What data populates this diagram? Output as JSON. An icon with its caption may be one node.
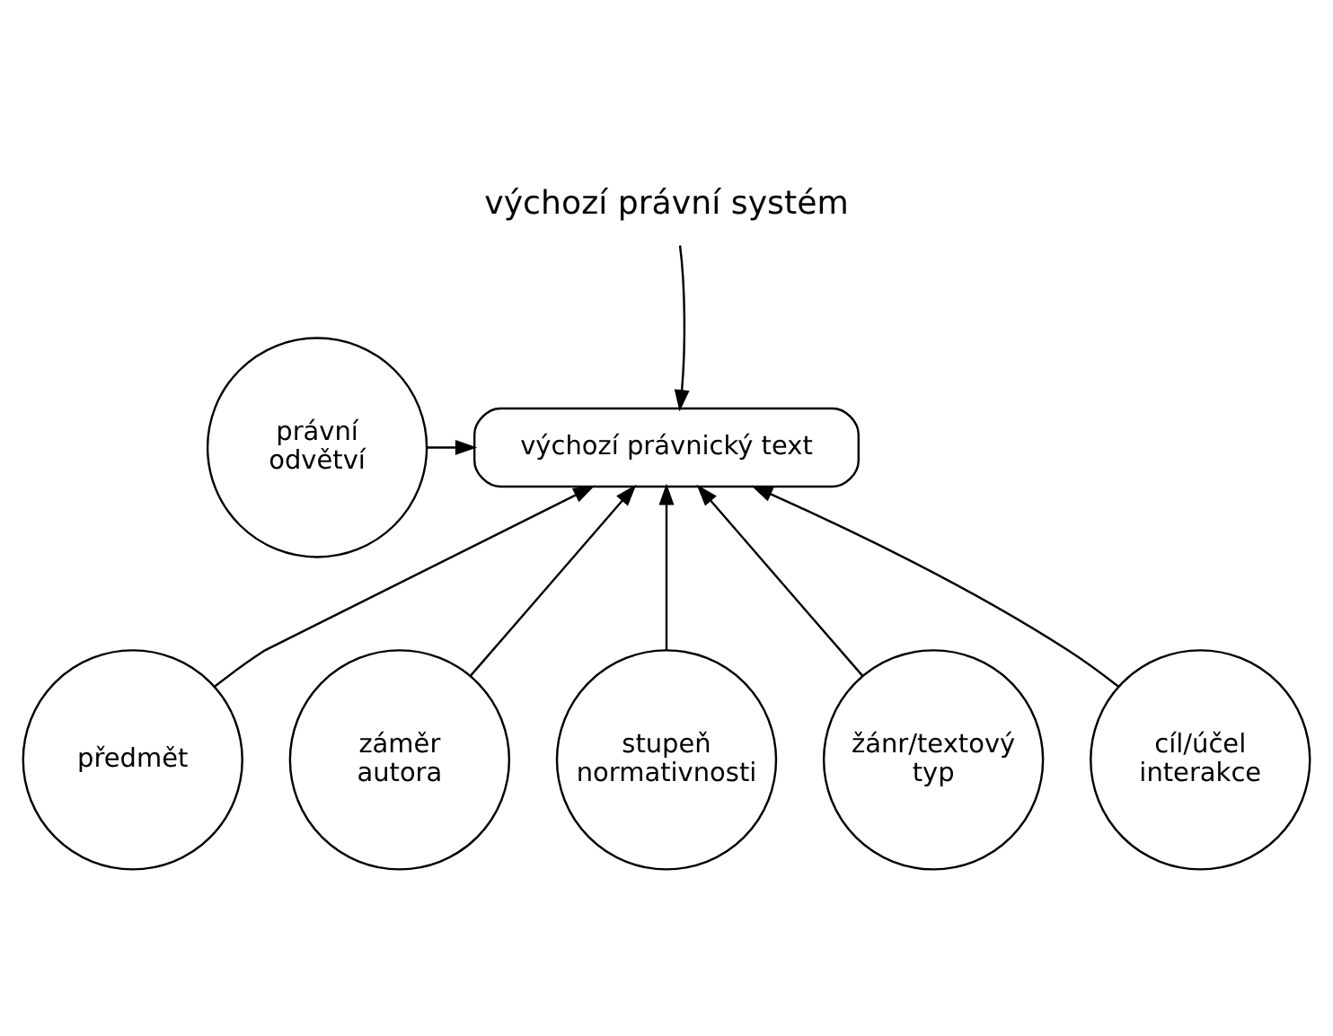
{
  "diagram": {
    "nodes": [
      {
        "text": [
          "výchozí právní systém"
        ]
      },
      {
        "text": [
          "výchozí právnický text"
        ]
      },
      {
        "text": [
          "právní odvětví"
        ]
      },
      {
        "text": [
          "předmět"
        ]
      },
      {
        "text": [
          "záměr autora"
        ]
      },
      {
        "text": [
          "stupeň normativnosti"
        ]
      },
      {
        "text": [
          "žánr/textový typ"
        ]
      },
      {
        "text": [
          "cíl/účel interakce"
        ]
      }
    ],
    "edges": [
      {
        "from": 0,
        "to": 1,
        "arrow": "to"
      },
      {
        "from": 2,
        "to": 1,
        "arrow": "to"
      },
      {
        "from": 3,
        "to": 1,
        "arrow": "to"
      },
      {
        "from": 4,
        "to": 1,
        "arrow": "to"
      },
      {
        "from": 5,
        "to": 1,
        "arrow": "to"
      },
      {
        "from": 6,
        "to": 1,
        "arrow": "to"
      },
      {
        "from": 7,
        "to": 1,
        "arrow": "to"
      }
    ]
  }
}
